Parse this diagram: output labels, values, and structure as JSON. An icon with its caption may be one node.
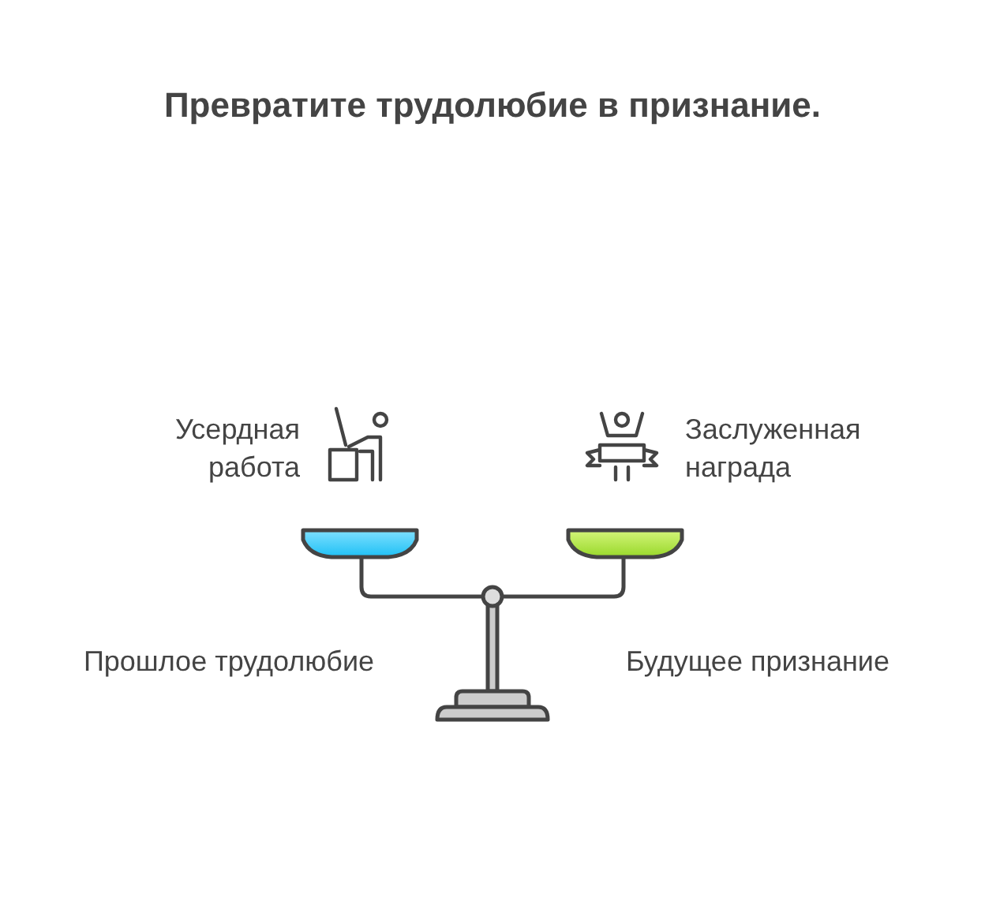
{
  "diagram": {
    "title": "Превратите трудолюбие в признание.",
    "labels": [
      "Усердная работа",
      "Заслуженная награда",
      "Прошлое трудолюбие",
      "Будущее признание"
    ]
  }
}
